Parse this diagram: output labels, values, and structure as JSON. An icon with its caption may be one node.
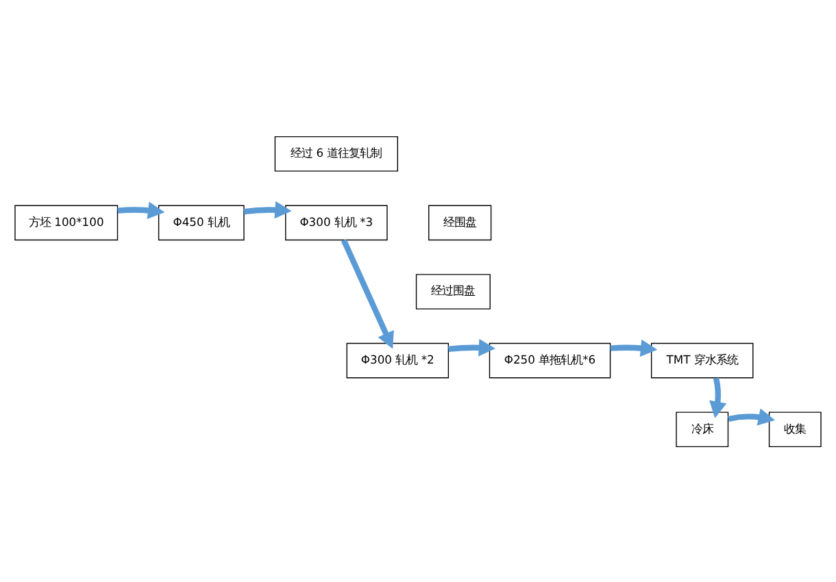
{
  "diagram": {
    "nodes": [
      {
        "text": [
          "方坯 100*100"
        ]
      },
      {
        "text": [
          "Φ450 轧机"
        ]
      },
      {
        "text": [
          "经过 6 道往复轧制"
        ]
      },
      {
        "text": [
          "Φ300 轧机 *3"
        ]
      },
      {
        "text": [
          "经围盘"
        ]
      },
      {
        "text": [
          "Φ300 轧机 *2"
        ]
      },
      {
        "text": [
          "经过围盘"
        ]
      },
      {
        "text": [
          "Φ250 单拖轧机*6"
        ]
      },
      {
        "text": [
          "TMT 穿水系统"
        ]
      },
      {
        "text": [
          "冷床"
        ]
      },
      {
        "text": [
          "收集"
        ]
      }
    ],
    "edges": [
      {
        "from": 0,
        "to": 1,
        "arrow": "to"
      },
      {
        "from": 1,
        "to": 3,
        "arrow": "to"
      },
      {
        "from": 3,
        "to": 5,
        "arrow": "to"
      },
      {
        "from": 5,
        "to": 7,
        "arrow": "to"
      },
      {
        "from": 7,
        "to": 8,
        "arrow": "to"
      },
      {
        "from": 8,
        "to": 9,
        "arrow": "to"
      },
      {
        "from": 9,
        "to": 10,
        "arrow": "to"
      }
    ]
  }
}
